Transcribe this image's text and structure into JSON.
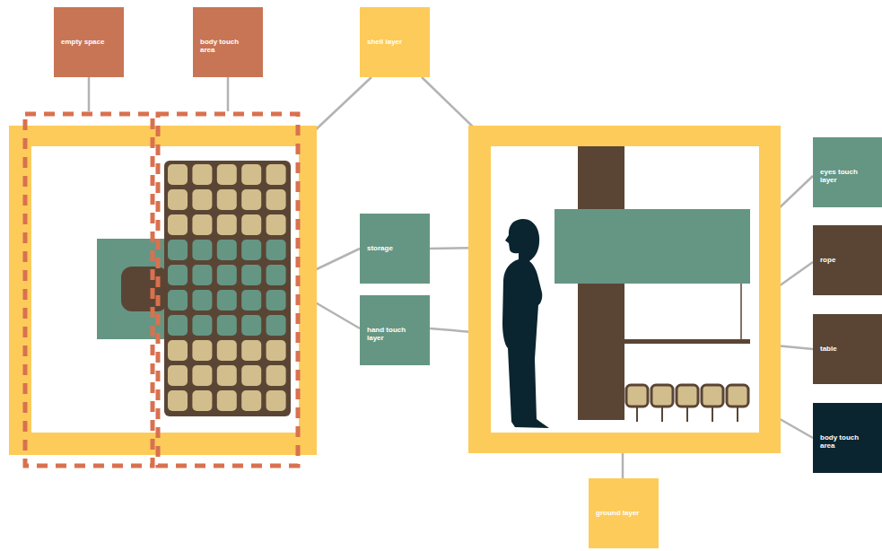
{
  "diagram": {
    "nodes": [
      {
        "text": [
          "empty space"
        ]
      },
      {
        "text": [
          "body touch area"
        ]
      },
      {
        "text": [
          "shell layer"
        ]
      },
      {
        "text": [
          "storage"
        ]
      },
      {
        "text": [
          "hand touch layer"
        ]
      },
      {
        "text": [
          "eyes touch layer"
        ]
      },
      {
        "text": [
          "rope"
        ]
      },
      {
        "text": [
          "table"
        ]
      },
      {
        "text": [
          "body touch area"
        ]
      },
      {
        "text": [
          "ground layer"
        ]
      }
    ]
  }
}
